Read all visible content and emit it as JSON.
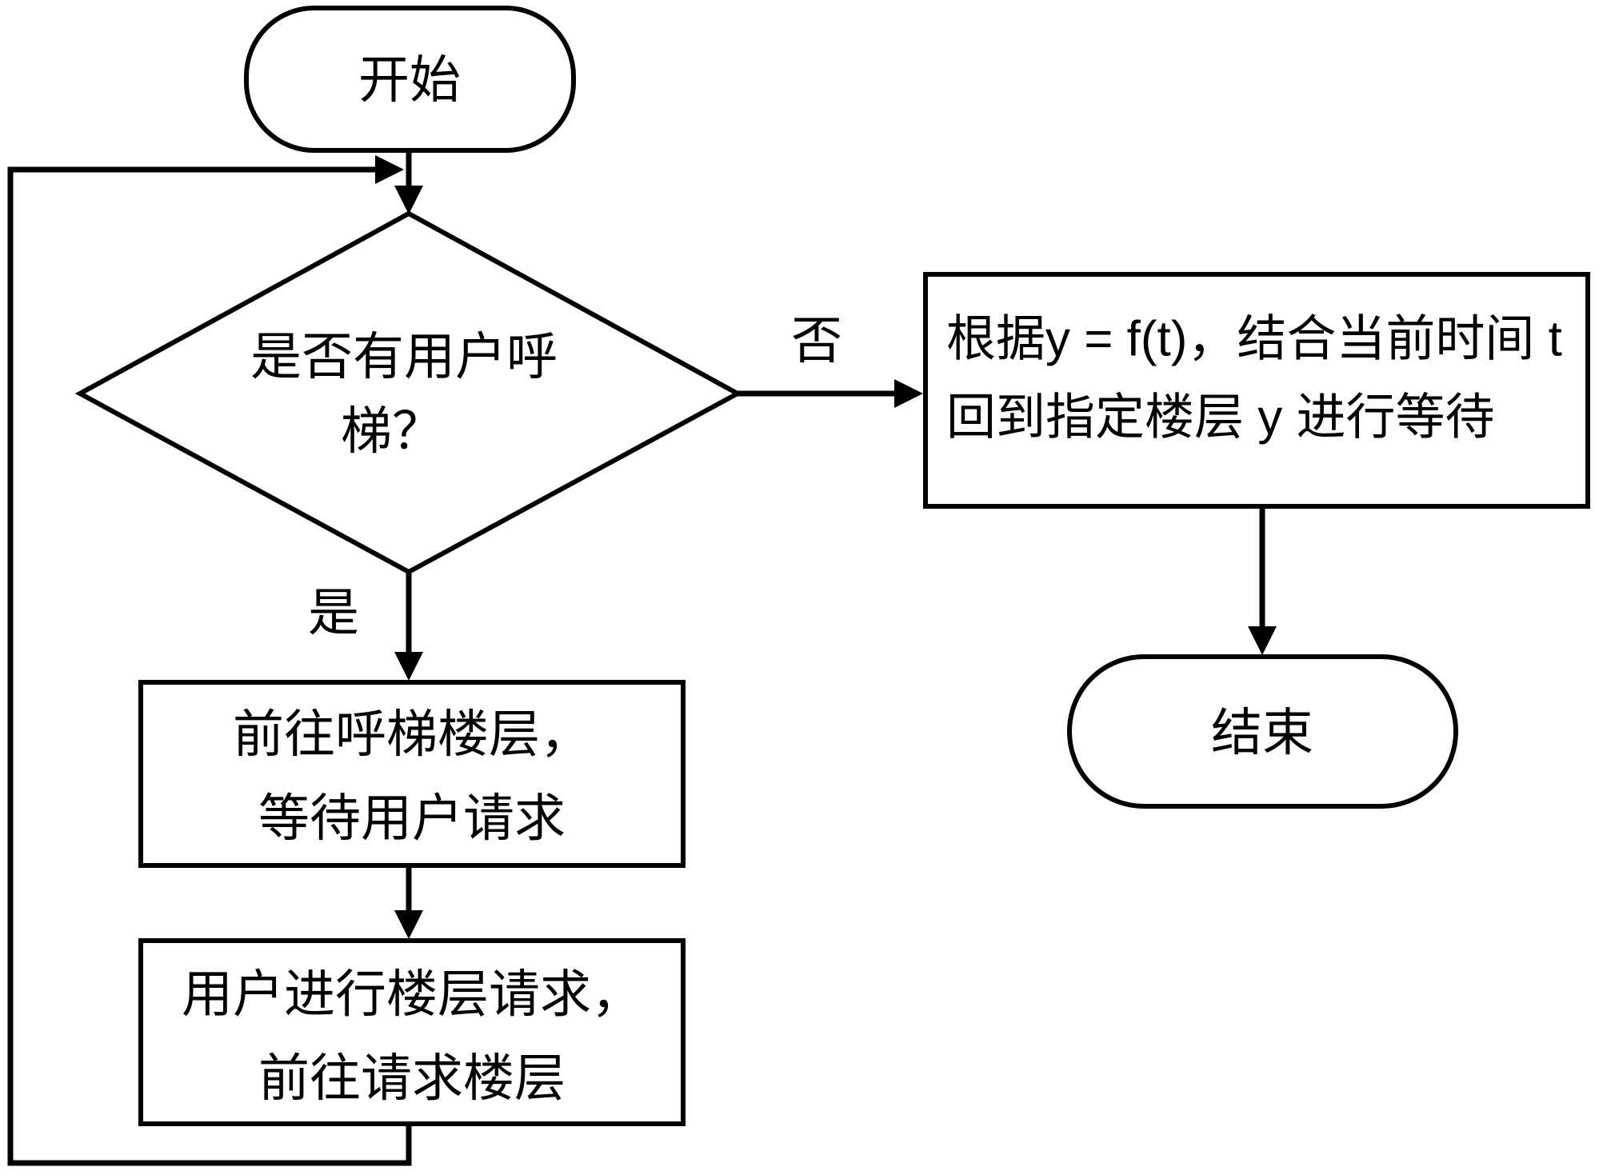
{
  "diagram": {
    "background": "#ffffff",
    "stroke_color": "#000000",
    "nodes": {
      "start": {
        "label": "开始"
      },
      "decision_call": {
        "line1": "是否有用户呼",
        "line2": "梯？"
      },
      "goto_call_floor": {
        "line1": "前往呼梯楼层，",
        "line2": "等待用户请求"
      },
      "user_floor_request": {
        "line1": "用户进行楼层请求，",
        "line2": "前往请求楼层"
      },
      "return_default_floor": {
        "line1": "根据y = f(t)，结合当前时间 t",
        "line2": "回到指定楼层 y 进行等待"
      },
      "end": {
        "label": "结束"
      }
    },
    "edge_labels": {
      "yes": "是",
      "no": "否"
    }
  }
}
